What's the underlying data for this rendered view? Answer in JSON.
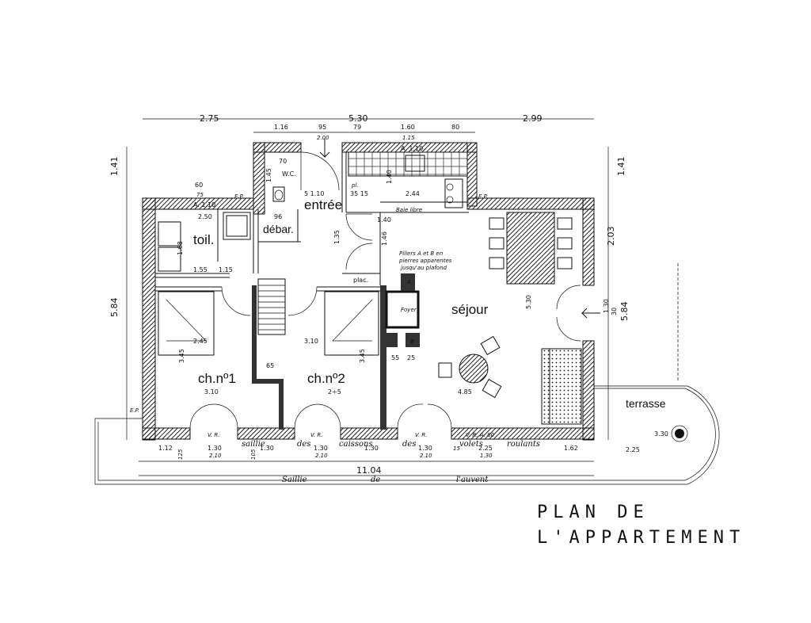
{
  "title": {
    "line1": "PLAN DE",
    "line2": "L'APPARTEMENT"
  },
  "rooms": {
    "wc": "W.C.",
    "entree": "entrée",
    "toilette": "toil.",
    "debarras": "débar.",
    "placard": "plac.",
    "sejour": "séjour",
    "chambre1": "ch.nº1",
    "chambre2": "ch.nº2",
    "terrasse": "terrasse",
    "foyer": "Foyer",
    "pl": "pl."
  },
  "notes": {
    "baie_libre": "Baie libre",
    "piliers_1": "Piliers A et B en",
    "piliers_2": "pierres apparentes",
    "piliers_3": "jusqu'au plafond",
    "ep_left": "E.P.",
    "ep_top": "E.P.",
    "ep_right": "E.P.",
    "saillie_1": "Saillie",
    "saillie_2": "de",
    "saillie_3": "l'auvent",
    "caissons_1": "saillie",
    "caissons_2": "des",
    "caissons_3": "caissons",
    "caissons_4": "des",
    "caissons_5": "volets",
    "caissons_6": "roulants",
    "vr1": "V. R.",
    "vr2": "V. R.",
    "vr3": "V. R.",
    "vr4": "V. R.   A. 80",
    "a110_top": "A. 1.10",
    "a110_left": "A. 1.10",
    "label_a": "A",
    "label_b": "B"
  },
  "dimensions": {
    "top_total_left": "2.75",
    "top_total_mid": "5.30",
    "top_total_right": "2.99",
    "top_1": "1.16",
    "top_2": "95",
    "top_2_sub": "2.00",
    "top_3": "79",
    "top_4": "1.60",
    "top_4_sub": "1.15",
    "top_5": "80",
    "d_1_10": "5  1.10",
    "d_35_15": "35 15",
    "d_2_44": "2.44",
    "d_1_40": "1.40",
    "d_70": "70",
    "d_1_45": "1.45",
    "d_60": "60",
    "d_75": "75",
    "d_2_50": "2.50",
    "d_96": "96",
    "d_1_68": "1.68",
    "d_1_55": "1.55",
    "d_1_15": "1.15",
    "d_1_35": "1.35",
    "d_1_46": "1.46",
    "d_1_40b": "1.40",
    "d_2_45": "2.45",
    "d_3_10a": "3.10",
    "d_3_45a": "3.45",
    "d_3_45b": "3.45",
    "d_65": "65",
    "d_3_10b": "3.10",
    "d_2_5": "2÷5",
    "d_4_85": "4.85",
    "d_5_30": "5.30",
    "d_5_55": "55",
    "d_5_25": "25",
    "d_1_41_left": "1.41",
    "d_5_84_left": "5.84",
    "d_1_41_right": "1.41",
    "d_2_03": "2.03",
    "d_1_30_right": "1.30",
    "d_5_84_right": "5.84",
    "d_30": "30",
    "bottom_1": "1.12",
    "bottom_2": "1.30",
    "bottom_2_sub": "2.10",
    "bottom_3": "1.30",
    "bottom_4": "1.30",
    "bottom_4_sub": "2.10",
    "bottom_5": "1.30",
    "bottom_6": "1.30",
    "bottom_6_sub": "2.10",
    "bottom_7": "2.25",
    "bottom_7_sub": "1.30",
    "bottom_8": "1.62",
    "bottom_9": "2.25",
    "bottom_total": "11.04",
    "d_3_30": "3.30",
    "d_125": "125",
    "d_105": "105",
    "d_15": "15"
  },
  "colors": {
    "ink": "#111111",
    "wall_fill": "#333333",
    "paper": "#ffffff"
  }
}
